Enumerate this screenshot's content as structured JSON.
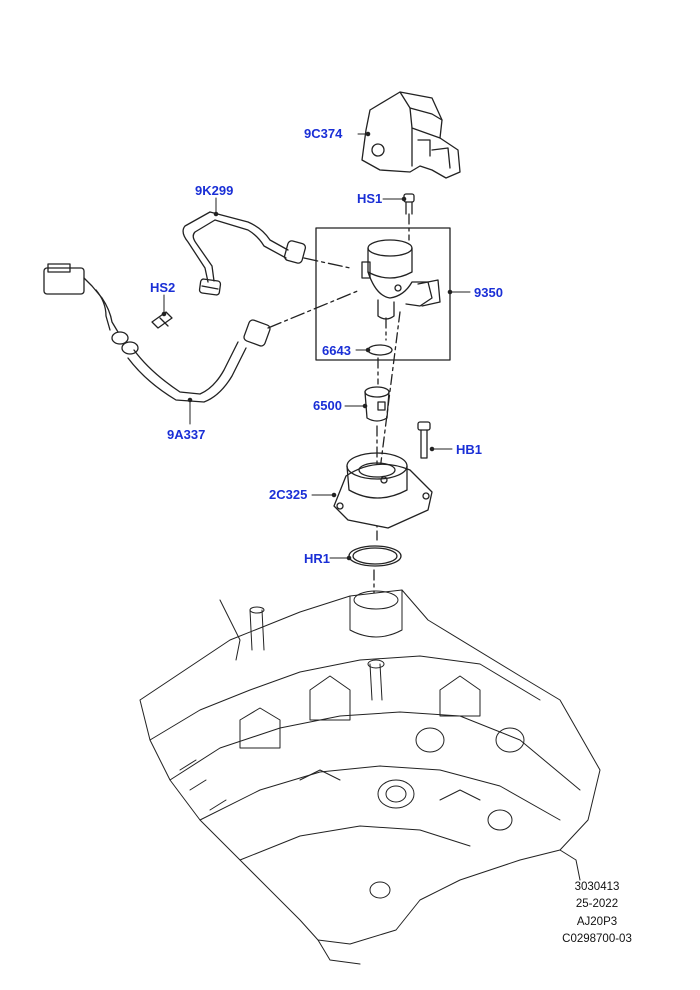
{
  "callouts": {
    "c9c374": "9C374",
    "c9k299": "9K299",
    "chs1": "HS1",
    "chs2": "HS2",
    "c9350": "9350",
    "c6643": "6643",
    "c6500": "6500",
    "c9a337": "9A337",
    "chb1": "HB1",
    "c2c325": "2C325",
    "chr1": "HR1"
  },
  "reference": {
    "line1": "3030413",
    "line2": "25-2022",
    "line3": "AJ20P3",
    "line4": "C0298700-03"
  },
  "colors": {
    "callout_text": "#1a2fd6",
    "line_art": "#222222"
  }
}
